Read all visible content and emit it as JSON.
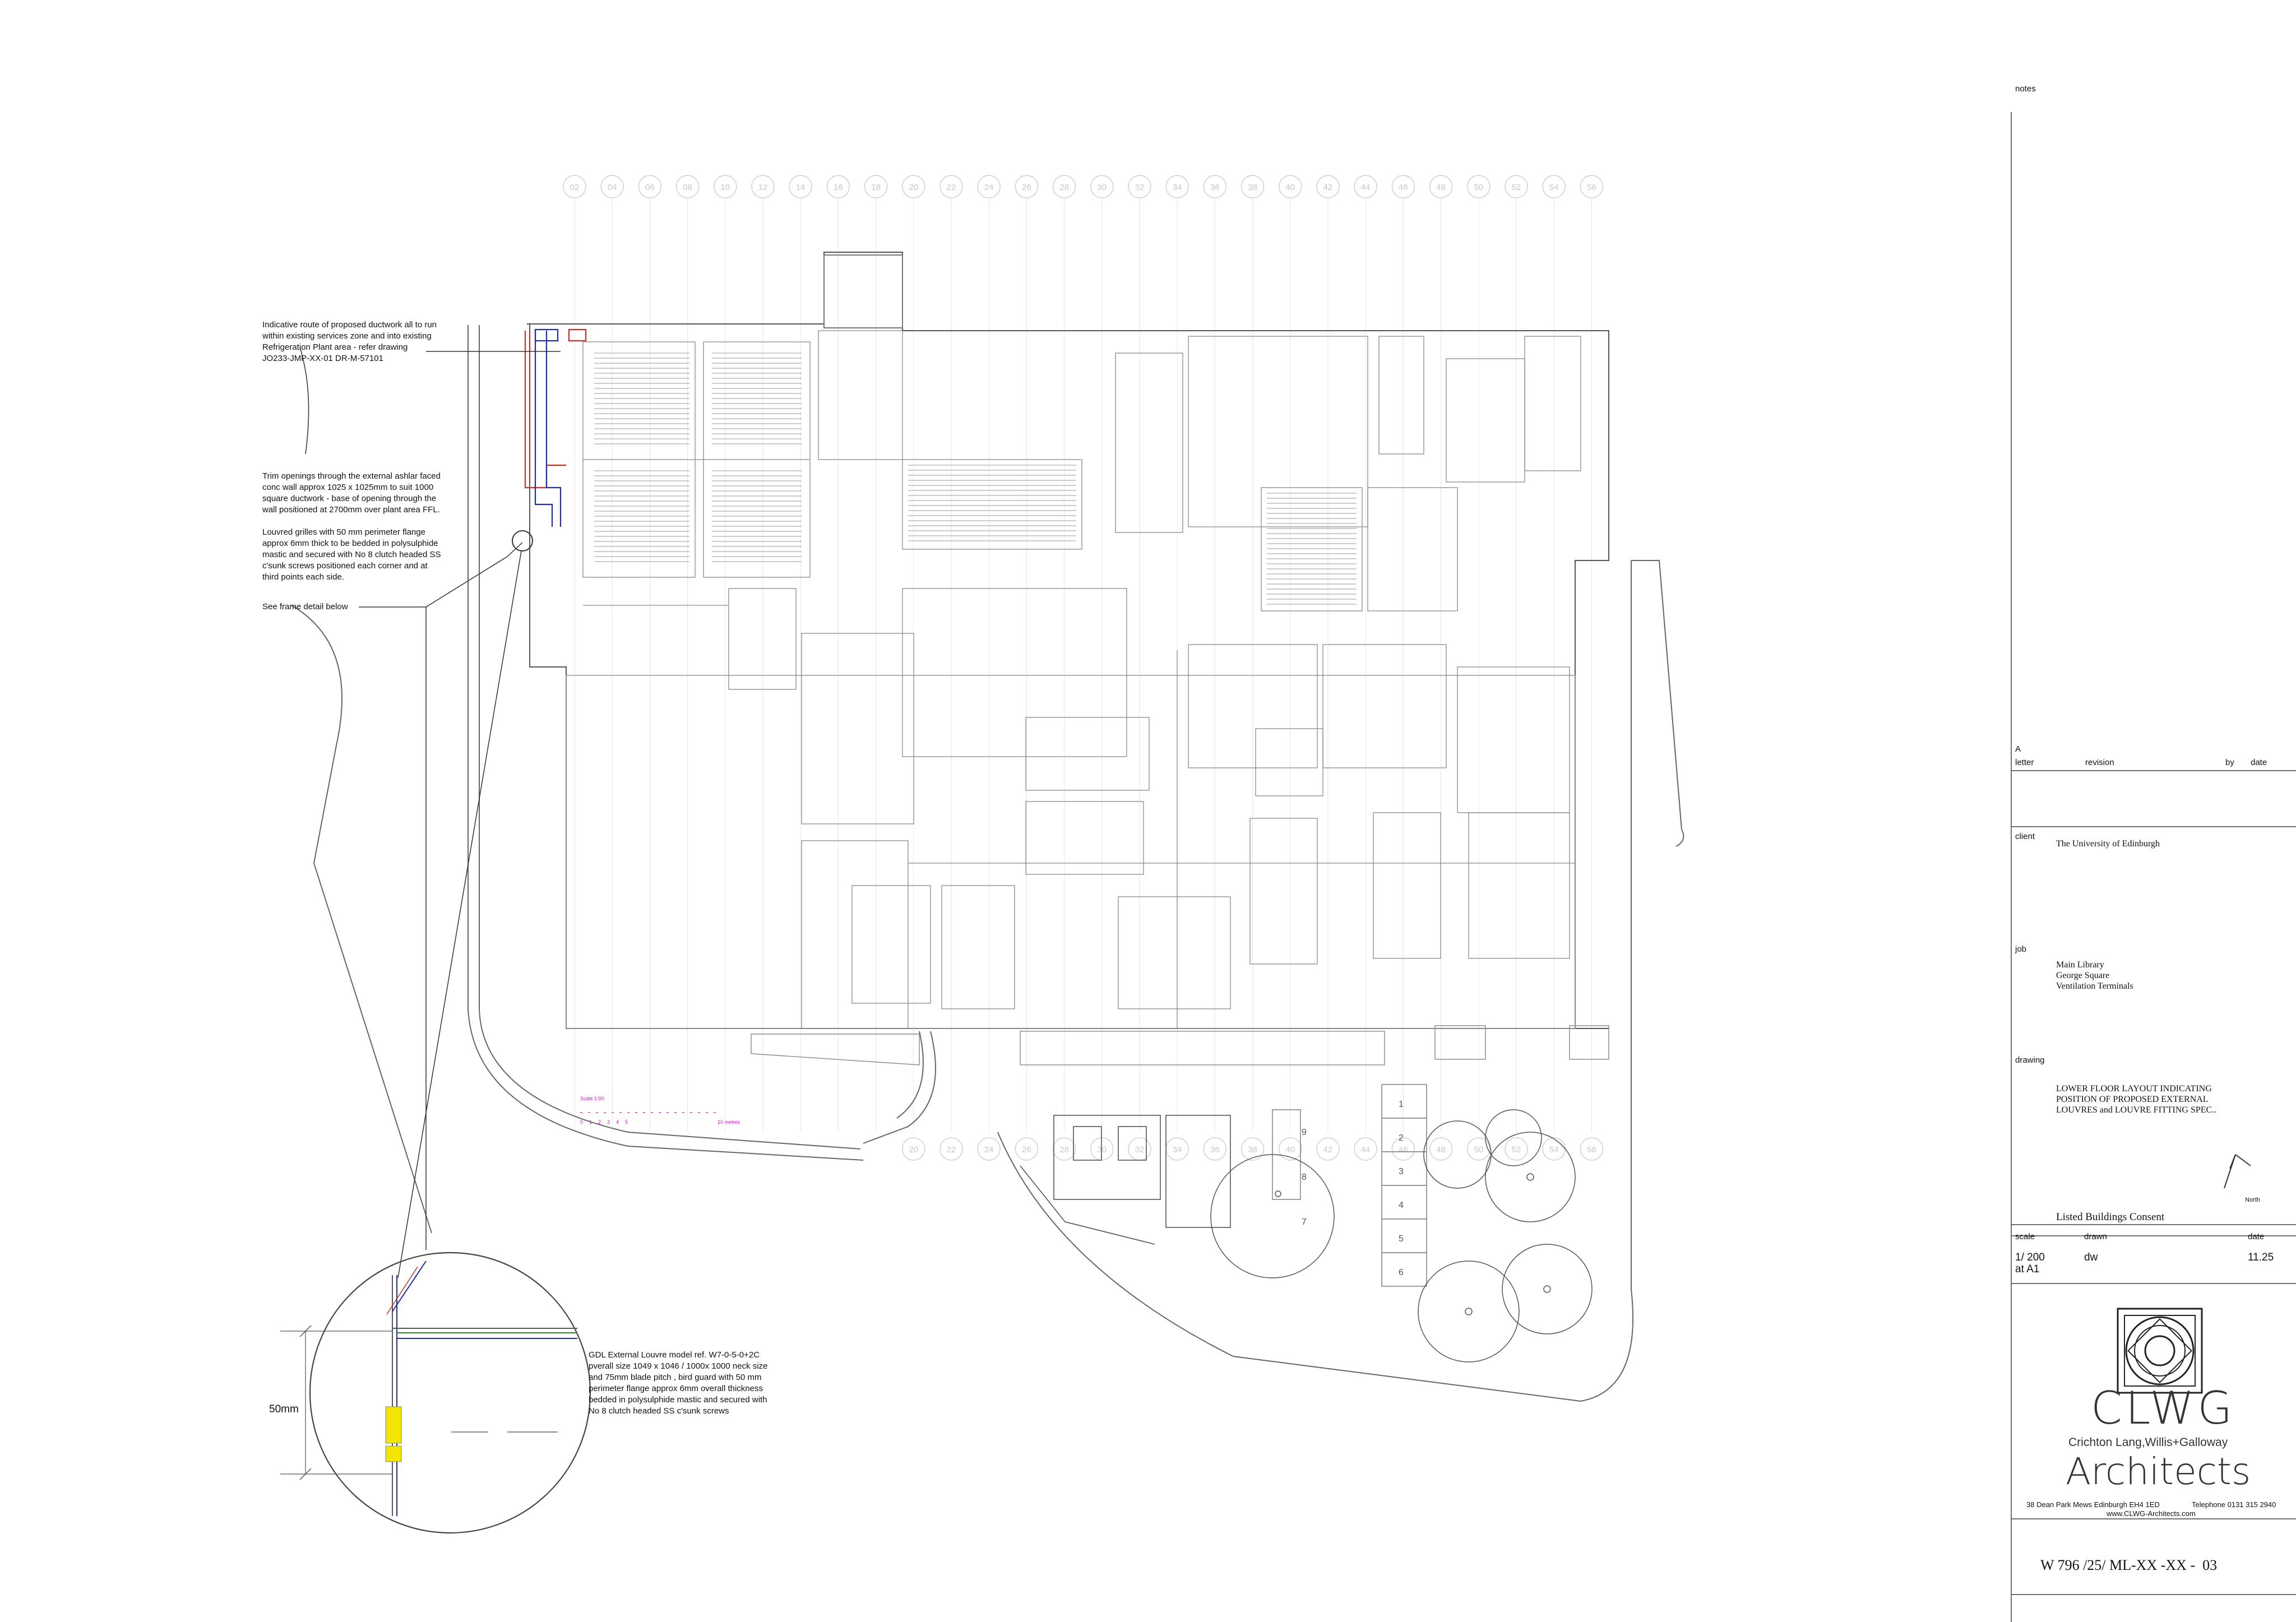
{
  "notes_heading": "notes",
  "annotations": {
    "ductwork_route": "Indicative route of proposed ductwork all to run\nwithin existing services zone and into existing\nRefrigeration Plant area - refer drawing\nJO233-JMP-XX-01 DR-M-57101",
    "trim_openings": "Trim openings through the external ashlar faced\nconc wall approx 1025 x 1025mm to suit 1000\nsquare ductwork - base of opening through the\nwall positioned at 2700mm over plant area FFL.",
    "louvred_grilles": "Louvred grilles with 50 mm perimeter flange\napprox 6mm thick  to be bedded in polysulphide\nmastic and secured with No 8 clutch headed SS\nc'sunk screws positioned each corner and at\nthird points each side.",
    "see_frame": "See frame detail below",
    "gdl_louvre": "GDL External Louvre  model ref. W7-0-5-0+2C\npverall size 1049 x 1046 / 1000x 1000 neck size\nand 75mm blade pitch , bird  guard with 50 mm\nperimeter flange approx 6mm overall thickness\nbedded in polysulphide mastic and secured with\nNo 8 clutch headed SS c'sunk screws",
    "dim_50mm": "50mm"
  },
  "grid_top": [
    "02",
    "04",
    "06",
    "08",
    "10",
    "12",
    "14",
    "16",
    "18",
    "20",
    "22",
    "24",
    "26",
    "28",
    "30",
    "32",
    "34",
    "36",
    "38",
    "40",
    "42",
    "44",
    "46",
    "48",
    "50",
    "52",
    "54",
    "56"
  ],
  "grid_bottom": [
    "20",
    "22",
    "24",
    "26",
    "28",
    "30",
    "32",
    "34",
    "36",
    "38",
    "40",
    "42",
    "44",
    "46",
    "48",
    "50",
    "52",
    "54",
    "56"
  ],
  "parking_numbers": [
    "1",
    "2",
    "3",
    "4",
    "5",
    "6"
  ],
  "parking_numbers_b": [
    "9",
    "8",
    "7"
  ],
  "scale_bar": {
    "title": "Scale 1:00",
    "ticks": [
      "0",
      "1",
      "2",
      "3",
      "4",
      "5"
    ],
    "end": "10 metres"
  },
  "title_block": {
    "revision_letter": "A",
    "rev_headers": {
      "letter": "letter",
      "revision": "revision",
      "by": "by",
      "date": "date"
    },
    "client_label": "client",
    "client": "The University of Edinburgh",
    "job_label": "job",
    "job": "Main Library\nGeorge Square\nVentilation Terminals",
    "drawing_label": "drawing",
    "drawing": "LOWER FLOOR LAYOUT INDICATING\nPOSITION OF PROPOSED EXTERNAL\nLOUVRES and LOUVRE FITTING SPEC..",
    "north_label": "North",
    "status": "Listed Buildings Consent",
    "scale_label": "scale",
    "drawn_label": "drawn",
    "date_label": "date",
    "scale_value": "1/ 200\nat A1",
    "drawn_value": "dw",
    "date_value": "11.25",
    "firm_abbr": "CLWG",
    "firm_name": "Crichton Lang,Willis+Galloway",
    "firm_type": "Architects",
    "address": "38 Dean Park Mews Edinburgh EH4 1ED",
    "telephone": "Telephone 0131 315 2940",
    "website": "www.CLWG-Architects.com",
    "drawing_number": "W 796 /25/ ML-XX -XX -  03"
  },
  "colors": {
    "duct_red": "#d42a2a",
    "duct_blue": "#1c2fa8",
    "flange_yellow": "#f2e600",
    "scale_magenta": "#c21fbf",
    "grid_grey": "#c8c8c8"
  }
}
